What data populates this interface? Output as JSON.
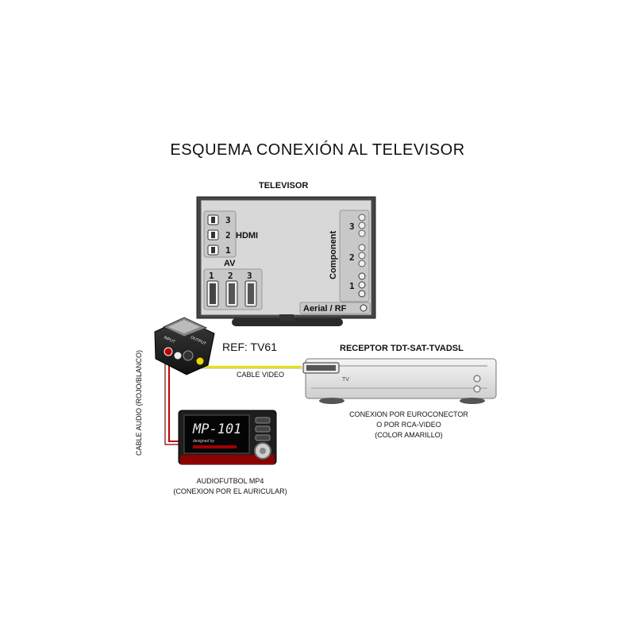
{
  "title": "ESQUEMA CONEXIÓN AL TELEVISOR",
  "television": {
    "label": "TELEVISOR",
    "hdmi": {
      "label": "HDMI",
      "ports": [
        "3",
        "2",
        "1"
      ]
    },
    "av": {
      "label": "AV",
      "ports": [
        "1",
        "2",
        "3"
      ]
    },
    "component": {
      "label": "Component",
      "groups": [
        "3",
        "2",
        "1"
      ]
    },
    "aerial": {
      "label": "Aerial / RF"
    }
  },
  "adapter": {
    "ref": "REF: TV61",
    "input_label": "INPUT",
    "output_label": "OUTPUT"
  },
  "receiver": {
    "label": "RECEPTOR TDT-SAT-TVADSL",
    "badge": "TV",
    "note_lines": [
      "CONEXION POR EUROCONECTOR",
      "O POR RCA-VIDEO",
      "(COLOR AMARILLO)"
    ]
  },
  "cables": {
    "video_label": "CABLE VIDEO",
    "audio_label": "CABLE AUDIO (ROJO/BLANCO)",
    "video_color": "#e8e200",
    "audio_color": "#c00000"
  },
  "mp4": {
    "screen_text": "MP-101",
    "sub_text": "designed by",
    "note_lines": [
      "AUDIOFUTBOL MP4",
      "(CONEXION POR EL AURICULAR)"
    ]
  }
}
